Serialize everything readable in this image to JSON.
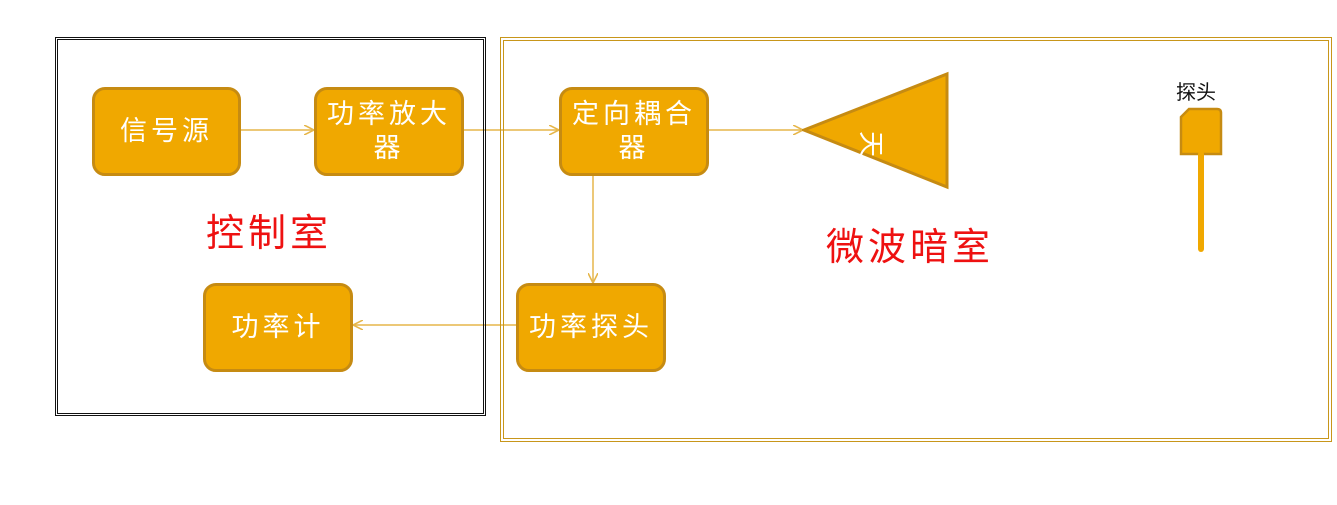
{
  "rooms": {
    "control_room": "控制室",
    "anechoic_chamber": "微波暗室"
  },
  "blocks": {
    "signal_source": "信号源",
    "power_amplifier": "功率放大器",
    "directional_coupler": "定向耦合器",
    "antenna": "天线",
    "power_probe": "功率探头",
    "power_meter": "功率计",
    "probe": "探头"
  },
  "colors": {
    "block_fill": "#f0a800",
    "block_border": "#c68b12",
    "arrow": "#e6b64a",
    "room_label": "#ee1111",
    "control_frame": "#111111",
    "chamber_frame": "#c8961a"
  }
}
